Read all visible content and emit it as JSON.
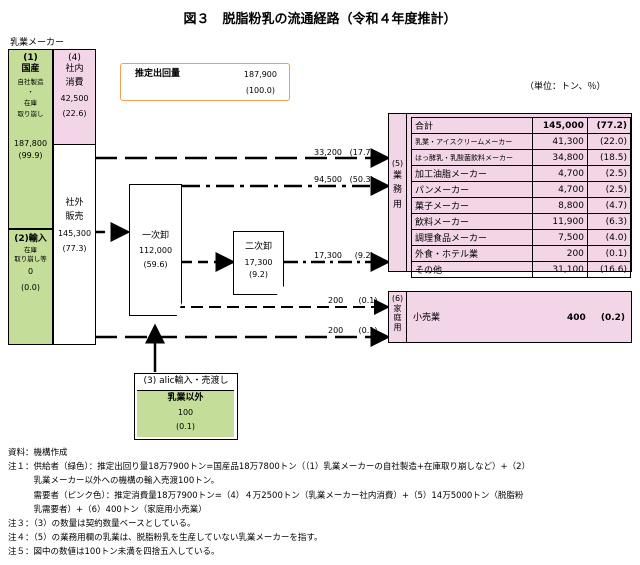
{
  "title": "図３　脱脂粉乳の流通経路（令和４年度推計）",
  "maker_label": "乳業メーカー",
  "unit": "（単位：トン、％）",
  "estimate": {
    "label": "推定出回量",
    "value": "187,900",
    "pct": "(100.0)"
  },
  "domestic": {
    "num": "(1)",
    "title": "国産",
    "l1": "自社製造",
    "l2": "・",
    "l3": "在庫",
    "l4": "取り崩し",
    "value": "187,800",
    "pct": "(99.9)"
  },
  "imports": {
    "num": "(2)",
    "title": "輸入",
    "l1": "在庫",
    "l2": "取り崩し等",
    "value": "0",
    "pct": "(0.0)"
  },
  "internal": {
    "num": "(4)",
    "l1": "社内",
    "l2": "消費",
    "value": "42,500",
    "pct": "(22.6)"
  },
  "external": {
    "l1": "社外",
    "l2": "販売",
    "value": "145,300",
    "pct": "(77.3)"
  },
  "primary": {
    "label": "一次卸",
    "value": "112,000",
    "pct": "(59.6)"
  },
  "secondary": {
    "label": "二次卸",
    "value": "17,300",
    "pct": "(9.2)"
  },
  "alic": {
    "title": "(3) alic輸入・売渡し",
    "label": "乳業以外",
    "value": "100",
    "pct": "(0.1)"
  },
  "flows": [
    {
      "value": "33,200",
      "pct": "(17.7)"
    },
    {
      "value": "94,500",
      "pct": "(50.3)"
    },
    {
      "value": "17,300",
      "pct": "(9.2)"
    },
    {
      "value": "200",
      "pct": "(0.1)"
    },
    {
      "value": "200",
      "pct": "(0.1)"
    }
  ],
  "business": {
    "num": "(5)",
    "chars": [
      "業",
      "務",
      "用"
    ],
    "rows": [
      {
        "name": "合計",
        "value": "145,000",
        "pct": "(77.2)"
      },
      {
        "name": "乳業・アイスクリームメーカー",
        "value": "41,300",
        "pct": "(22.0)"
      },
      {
        "name": "はっ酵乳・乳酸菌飲料メーカー",
        "value": "34,800",
        "pct": "(18.5)"
      },
      {
        "name": "加工油脂メーカー",
        "value": "4,700",
        "pct": "(2.5)"
      },
      {
        "name": "パンメーカー",
        "value": "4,700",
        "pct": "(2.5)"
      },
      {
        "name": "菓子メーカー",
        "value": "8,800",
        "pct": "(4.7)"
      },
      {
        "name": "飲料メーカー",
        "value": "11,900",
        "pct": "(6.3)"
      },
      {
        "name": "調理食品メーカー",
        "value": "7,500",
        "pct": "(4.0)"
      },
      {
        "name": "外食・ホテル業",
        "value": "200",
        "pct": "(0.1)"
      },
      {
        "name": "その他",
        "value": "31,100",
        "pct": "(16.6)"
      }
    ]
  },
  "household": {
    "num": "(6)",
    "chars": [
      "家",
      "庭",
      "用"
    ],
    "name": "小売業",
    "value": "400",
    "pct": "(0.2)"
  },
  "notes": [
    "資料：機構作成",
    "注１：供給者（緑色）：推定出回り量18万7900トン=国産品18万7800トン（（1）乳業メーカーの自社製造+在庫取り崩しなど）+（2）",
    "　　　乳業メーカー以外への機構の輸入売渡100トン。",
    "　　　需要者（ピンク色）：推定消費量18万7900トン=（4）４万2500トン（乳業メーカー社内消費）+（5）14万5000トン（脱脂粉",
    "　　　乳需要者）+（6）400トン（家庭用小売業）",
    "注３：（3）の数量は契約数量ベースとしている。",
    "注４：（5）の業務用欄の乳業は、脱脂粉乳を生産していない乳業メーカーを指す。",
    "注５：図中の数値は100トン未満を四捨五入している。"
  ]
}
